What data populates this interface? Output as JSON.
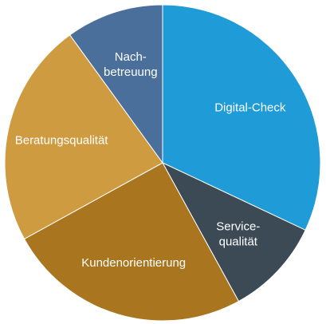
{
  "chart_data": {
    "type": "pie",
    "title": "",
    "slices": [
      {
        "label_lines": [
          "Digital-Check"
        ],
        "value": 32,
        "color": "#1f9bd7"
      },
      {
        "label_lines": [
          "Service-",
          "qualität"
        ],
        "value": 10,
        "color": "#3c4a56"
      },
      {
        "label_lines": [
          "Kundenorientierung"
        ],
        "value": 25,
        "color": "#a9761f"
      },
      {
        "label_lines": [
          "Beratungsqualität"
        ],
        "value": 23,
        "color": "#cf9b40"
      },
      {
        "label_lines": [
          "Nach-",
          "betreuung"
        ],
        "value": 10,
        "color": "#4a6f9b"
      }
    ]
  }
}
